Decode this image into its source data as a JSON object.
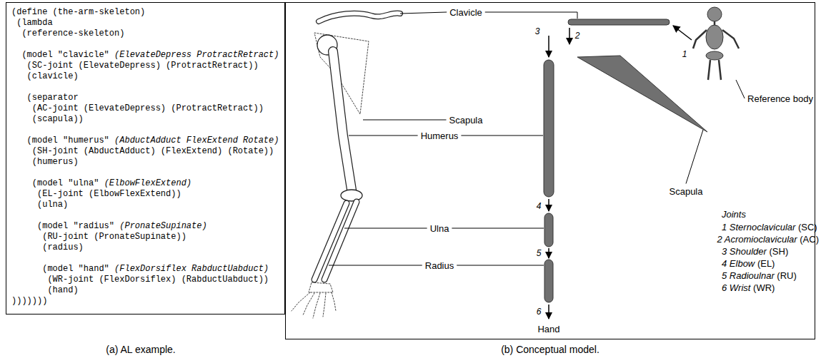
{
  "diagram": {
    "nodes": [
      {
        "text": [
          "(define (the-arm-skeleton)",
          " (lambda",
          "  (reference-skeleton)",
          "  (model \"clavicle\" (ElevateDepress ProtractRetract)",
          "   (SC-joint (ElevateDepress) (ProtractRetract))",
          "   (clavicle)",
          "   (separator",
          "    (AC-joint (ElevateDepress) (ProtractRetract))",
          "    (scapula))",
          "   (model \"humerus\" (AbductAdduct FlexExtend Rotate)",
          "    (SH-joint (AbductAdduct) (FlexExtend) (Rotate))",
          "    (humerus)",
          "    (model \"ulna\" (ElbowFlexExtend)",
          "     (EL-joint (ElbowFlexExtend))",
          "     (ulna)",
          "     (model \"radius\" (PronateSupinate)",
          "      (RU-joint (PronateSupinate))",
          "      (radius)",
          "      (model \"hand\" (FlexDorsiflex RabductUabduct)",
          "       (WR-joint (FlexDorsiflex) (RabductUabduct))",
          "       (hand)",
          ")))))))"
        ]
      }
    ],
    "labels": [
      "Clavicle",
      "Scapula",
      "Humerus",
      "Ulna",
      "Radius",
      "Hand",
      "Reference body",
      "Scapula",
      "1",
      "2",
      "3",
      "4",
      "5",
      "6",
      "Joints",
      "1 Sternoclavicular (SC)",
      "2 Acromioclavicular (AC)",
      "3 Shoulder (SH)",
      "4 Elbow (EL)",
      "5 Radioulnar (RU)",
      "6 Wrist (WR)",
      "(a) AL example.",
      "(b) Conceptual model."
    ]
  }
}
